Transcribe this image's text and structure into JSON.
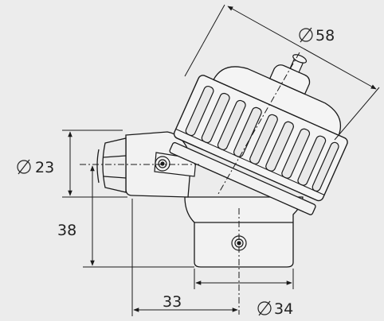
{
  "dimensions": {
    "head_diameter": "58",
    "body_diameter": "23",
    "height": "38",
    "offset": "33",
    "base_diameter": "34"
  },
  "colors": {
    "background": "#ececec",
    "line": "#1a1a1a",
    "body_fill": "#e8e8e8"
  }
}
